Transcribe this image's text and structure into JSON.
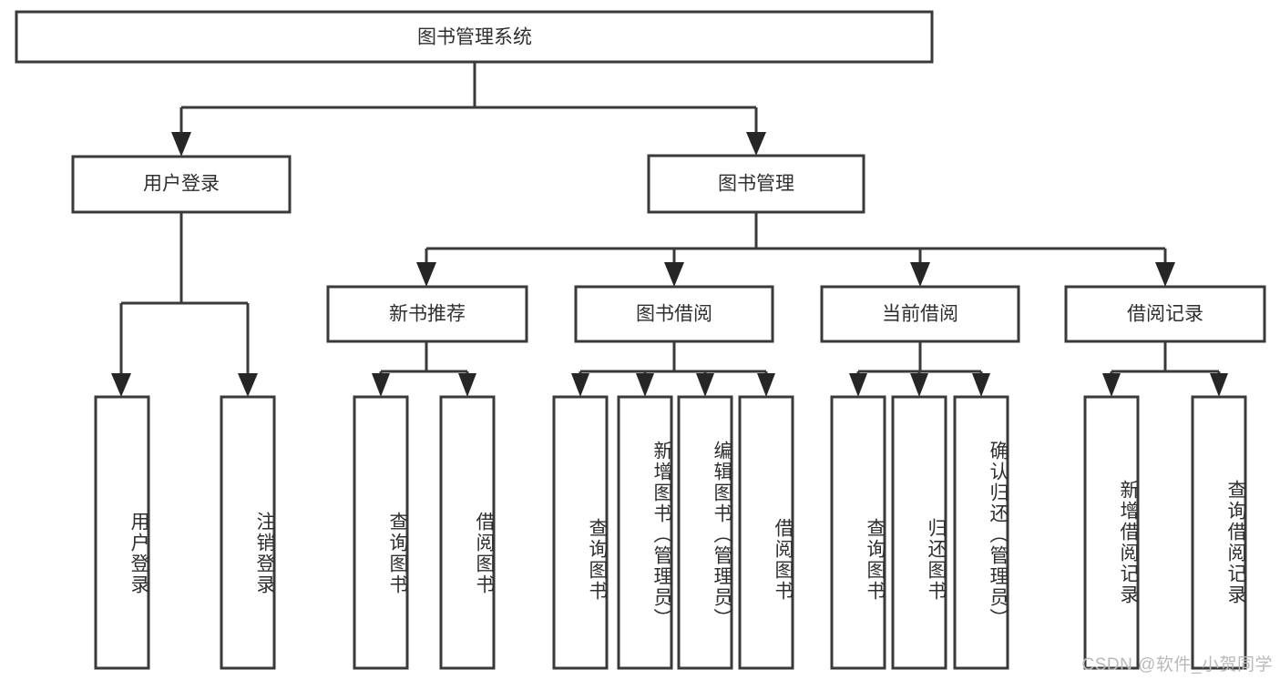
{
  "diagram": {
    "title": "图书管理系统",
    "type": "tree-hierarchy",
    "watermark": "CSDN @软件_小贺同学",
    "root": {
      "label": "图书管理系统"
    },
    "level2": [
      {
        "label": "用户登录"
      },
      {
        "label": "图书管理"
      }
    ],
    "level3": [
      {
        "label": "新书推荐"
      },
      {
        "label": "图书借阅"
      },
      {
        "label": "当前借阅"
      },
      {
        "label": "借阅记录"
      }
    ],
    "leaves": {
      "user_login": [
        {
          "label": "用户登录"
        },
        {
          "label": "注销登录"
        }
      ],
      "new_book_recommend": [
        {
          "label": "查询图书"
        },
        {
          "label": "借阅图书"
        }
      ],
      "book_borrow": [
        {
          "label": "查询图书"
        },
        {
          "label": "新增图书（管理员）"
        },
        {
          "label": "编辑图书（管理员）"
        },
        {
          "label": "借阅图书"
        }
      ],
      "current_borrow": [
        {
          "label": "查询图书"
        },
        {
          "label": "归还图书"
        },
        {
          "label": "确认归还（管理员）"
        }
      ],
      "borrow_records": [
        {
          "label": "新增借阅记录"
        },
        {
          "label": "查询借阅记录"
        }
      ]
    },
    "colors": {
      "box_stroke": "#3a3a3a",
      "connector": "#3a3a3a",
      "text": "#2f2f2f",
      "background": "#ffffff",
      "watermark": "#b9b9b9"
    }
  }
}
